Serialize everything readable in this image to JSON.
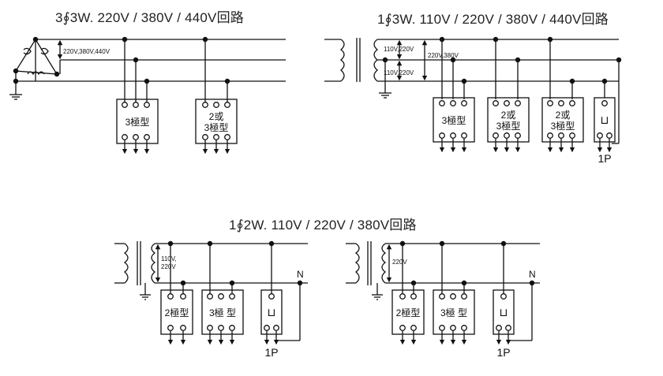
{
  "titles": {
    "three_phase": "3∮3W. 220V / 380V / 440V回路",
    "single_phase_3w": "1∮3W. 110V / 220V / 380V / 440V回路",
    "single_phase_2w": "1∮2W. 110V / 220V / 380V回路"
  },
  "labels": {
    "tp_voltage": "220V,380V,440V",
    "sp3_v1": "110V,220V",
    "sp3_v2": "220V,380V",
    "sp3_v3": "110V,220V",
    "sp2a_v1": "110V,",
    "sp2a_v2": "220V",
    "sp2b_v": "220V",
    "n_label": "N",
    "one_p": "1P"
  },
  "devices": {
    "three_pole": "3極型",
    "two_or": "2或",
    "three_pole_type": "3極型",
    "two_pole": "2極型",
    "three_pole_spaced": "3極 型",
    "one_p_symbol": "⊔"
  }
}
